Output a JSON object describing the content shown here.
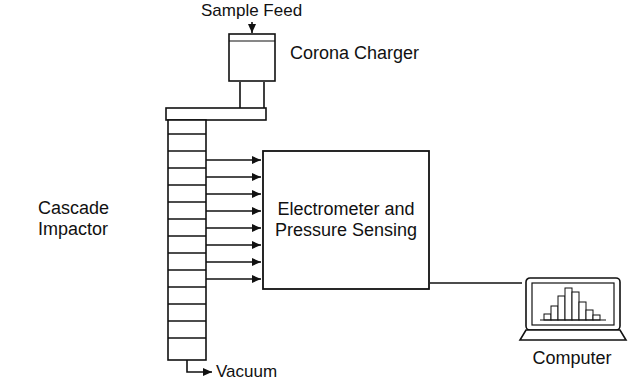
{
  "diagram": {
    "nodes": [
      {
        "text": [
          "Corona Charger"
        ]
      },
      {
        "text": [
          "Cascade Impactor"
        ]
      },
      {
        "text": [
          "Electrometer and Pressure Sensing"
        ]
      },
      {
        "text": [
          "Computer"
        ]
      }
    ],
    "edges": [
      {
        "from": 0,
        "to": 1,
        "arrow": "none"
      },
      {
        "from": 1,
        "to": 2,
        "arrow": "to"
      },
      {
        "from": 1,
        "to": 2,
        "arrow": "to"
      },
      {
        "from": 1,
        "to": 2,
        "arrow": "to"
      },
      {
        "from": 1,
        "to": 2,
        "arrow": "to"
      },
      {
        "from": 1,
        "to": 2,
        "arrow": "to"
      },
      {
        "from": 1,
        "to": 2,
        "arrow": "to"
      },
      {
        "from": 1,
        "to": 2,
        "arrow": "to"
      },
      {
        "from": 1,
        "to": 2,
        "arrow": "to"
      },
      {
        "from": 2,
        "to": 3,
        "arrow": "none"
      }
    ],
    "labels": [
      "Sample Feed",
      "Vacuum"
    ]
  }
}
